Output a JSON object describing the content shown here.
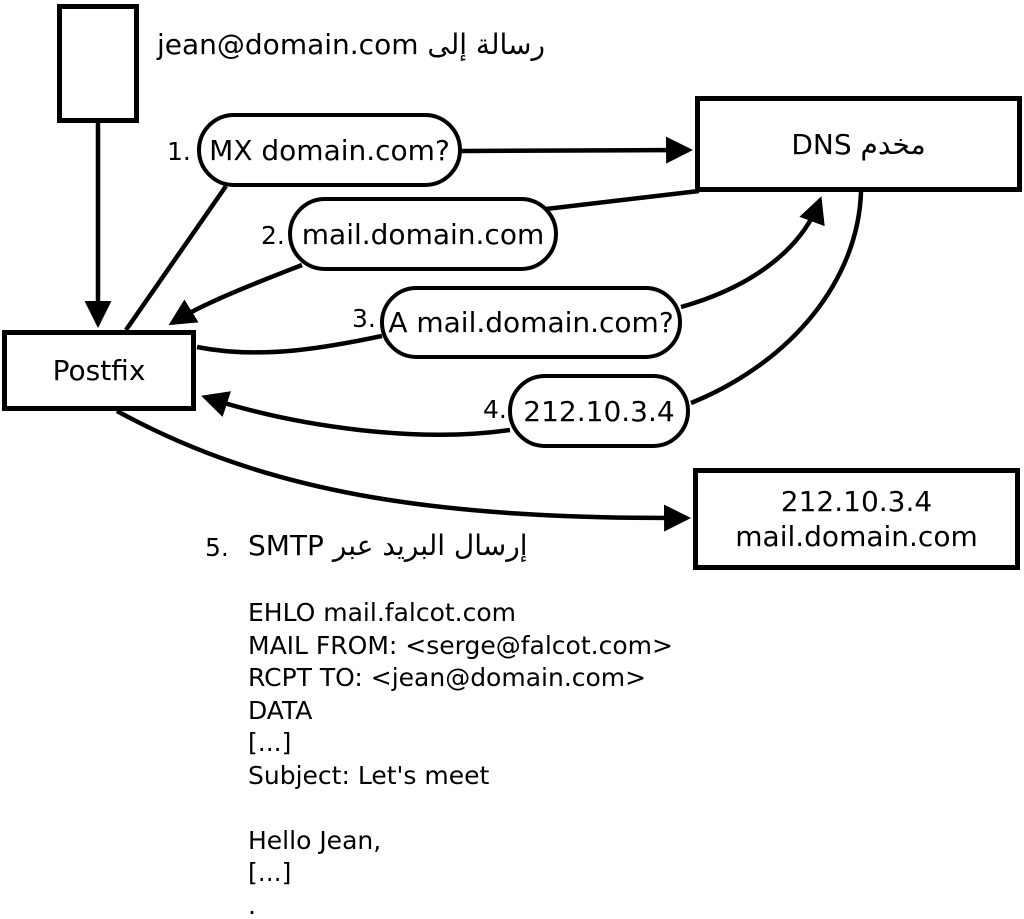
{
  "diagram_title": "رسالة إلى jean@domain.com",
  "nodes": {
    "sender": {
      "label": ""
    },
    "postfix": {
      "label": "Postfix"
    },
    "dns": {
      "label": "مخدم DNS"
    },
    "dest": {
      "line1": "212.10.3.4",
      "line2": "mail.domain.com"
    }
  },
  "steps": [
    {
      "num": "1.",
      "label": "MX domain.com?"
    },
    {
      "num": "2.",
      "label": "mail.domain.com"
    },
    {
      "num": "3.",
      "label": "A mail.domain.com?"
    },
    {
      "num": "4.",
      "label": "212.10.3.4"
    },
    {
      "num": "5.",
      "label": "إرسال البريد عبر SMTP"
    }
  ],
  "smtp": {
    "lines": [
      "EHLO mail.falcot.com",
      "MAIL FROM: <serge@falcot.com>",
      "RCPT TO: <jean@domain.com>",
      "DATA",
      "[...]",
      "Subject: Let's meet",
      "",
      "Hello Jean,",
      "[...]",
      "."
    ]
  },
  "colors": {
    "stroke": "#000000",
    "fill": "#ffffff"
  }
}
